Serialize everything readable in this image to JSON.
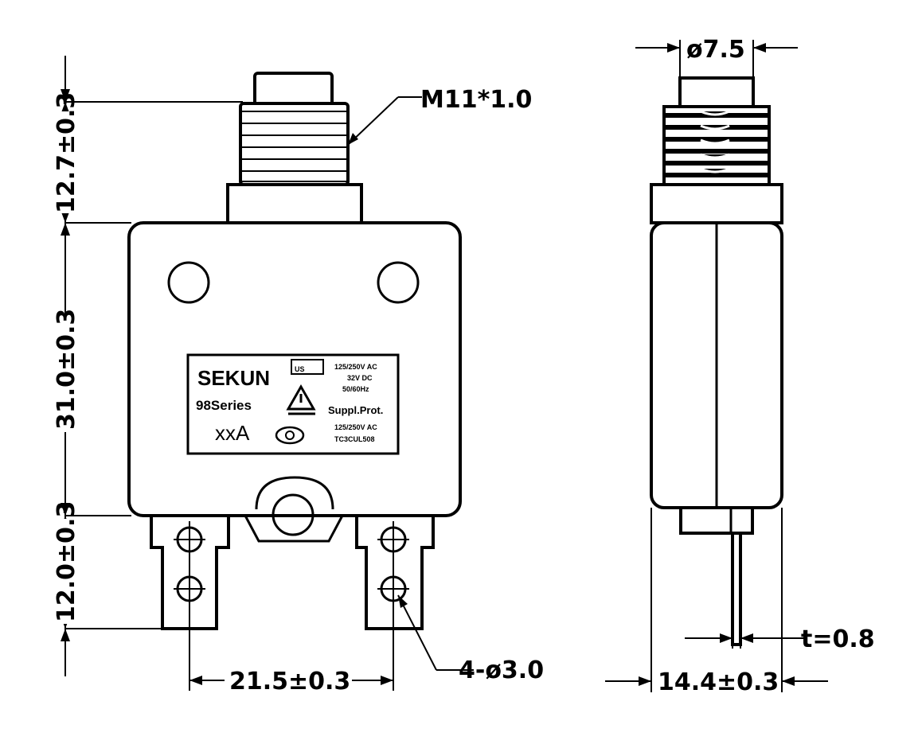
{
  "dimensions": {
    "height_top": "12.7±0.3",
    "height_body": "31.0±0.3",
    "height_terminal": "12.0±0.3",
    "terminal_spacing": "21.5±0.3",
    "hole_callout": "4-ø3.0",
    "thread": "M11*1.0",
    "button_diameter": "ø7.5",
    "thickness": "t=0.8",
    "depth": "14.4±0.3"
  },
  "label_plate": {
    "brand": "SEKUN",
    "series": "98Series",
    "rating": "xxA",
    "ratings_line1": "125/250V AC",
    "ratings_line2": "32V DC",
    "ratings_line3": "50/60Hz",
    "protection": "Suppl.Prot.",
    "ratings_line4": "125/250V AC",
    "ratings_line5": "TC3CUL508"
  },
  "icons": [
    "ul-mark-icon",
    "warning-triangle-icon",
    "approval-mark-icon"
  ]
}
